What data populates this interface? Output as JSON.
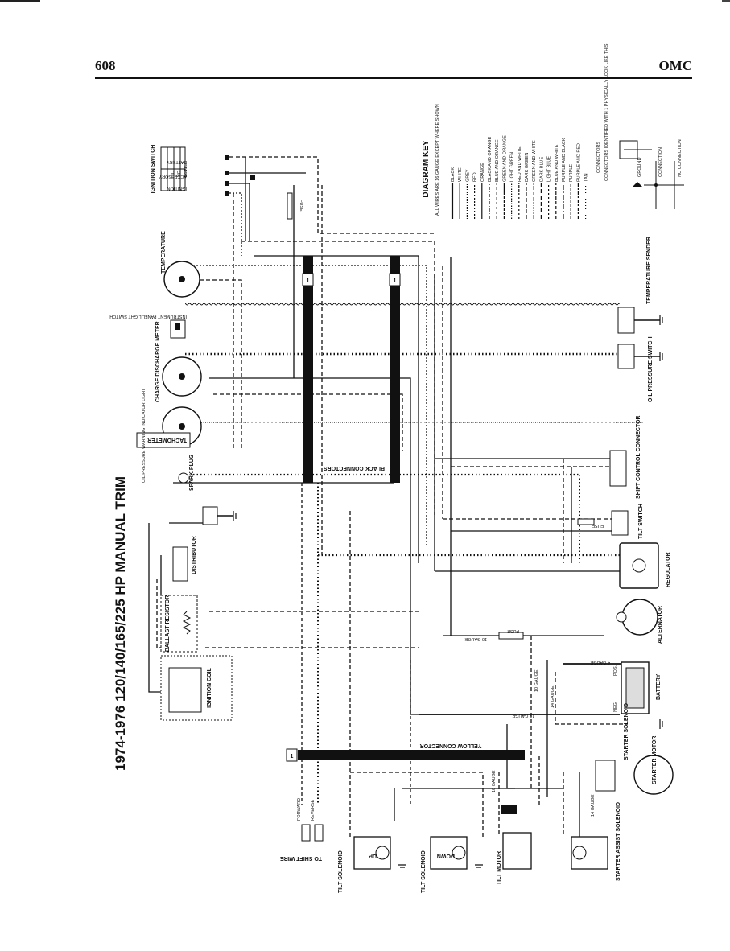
{
  "header": {
    "page_number": "608",
    "brand": "OMC"
  },
  "diagram": {
    "title": "1974-1976 120/140/165/225 HP MANUAL TRIM",
    "key": {
      "heading": "DIAGRAM KEY",
      "note": "ALL WIRES ARE 16 GAUGE EXCEPT WHERE SHOWN",
      "wires": [
        "BLACK",
        "WHITE",
        "GREY",
        "RED",
        "ORANGE",
        "BLACK AND ORANGE",
        "BLUE AND ORANGE",
        "GREEN AND ORANGE",
        "LIGHT GREEN",
        "RED AND WHITE",
        "DARK GREEN",
        "GREEN AND WHITE",
        "DARK BLUE",
        "LIGHT BLUE",
        "BLUE AND WHITE",
        "PURPLE AND BLACK",
        "PURPLE",
        "PURPLE AND RED",
        "TAN"
      ],
      "connectors": "CONNECTORS",
      "connectors_note": "CONNECTORS IDENTIFIED WITH 1 PHYSICALLY LOOK LIKE THIS",
      "ground": "GROUND",
      "connection": "CONNECTION",
      "no_connection": "NO CONNECTION"
    },
    "labels": {
      "ignition_switch": "IGNITION SWITCH",
      "start": "START",
      "on": "ON",
      "off": "OFF",
      "battery": "BATTERY",
      "accessory": "ACCESSORY",
      "ignition": "IGNITION",
      "fuse": "FUSE",
      "temperature": "TEMPERATURE",
      "instrument_panel_light_switch": "INSTRUMENT PANEL LIGHT SWITCH",
      "charge_discharge_meter": "CHARGE DISCHARGE METER",
      "tachometer": "TACHOMETER",
      "oil_pressure_warning_indicator_light": "OIL PRESSURE WARNING INDICATOR LIGHT",
      "black_connectors": "BLACK CONNECTORS",
      "spark_plug": "SPARK PLUG",
      "distributor": "DISTRIBUTOR",
      "ballast_resistor": "BALLAST RESISTOR",
      "ignition_coil": "IGNITION COIL",
      "temperature_sender": "TEMPERATURE SENDER",
      "oil_pressure_switch": "OIL PRESSURE SWITCH",
      "shift_control_connector": "SHIFT CONTROL CONNECTOR",
      "tilt_switch": "TILT SWITCH",
      "regulator": "REGULATOR",
      "alternator": "ALTERNATOR",
      "battery_component": "BATTERY",
      "pos": "POS.",
      "neg": "NEG.",
      "gauge_4": "4 GAUGE",
      "gauge_10": "10 GAUGE",
      "gauge_12": "12 GAUGE",
      "gauge_14": "14 GAUGE",
      "yellow_connector": "YELLOW CONNECTOR",
      "starter_solenoid": "STARTER SOLENOID",
      "starter_motor": "STARTER MOTOR",
      "forward": "FORWARD",
      "reverse": "REVERSE",
      "to_shift_wire": "TO SHIFT WIRE",
      "tilt_solenoid": "TILT SOLENOID",
      "up": "UP",
      "down": "DOWN",
      "tilt_motor": "TILT MOTOR",
      "starter_assist_solenoid": "STARTER ASSIST SOLENOID",
      "connector_number": "1"
    }
  }
}
